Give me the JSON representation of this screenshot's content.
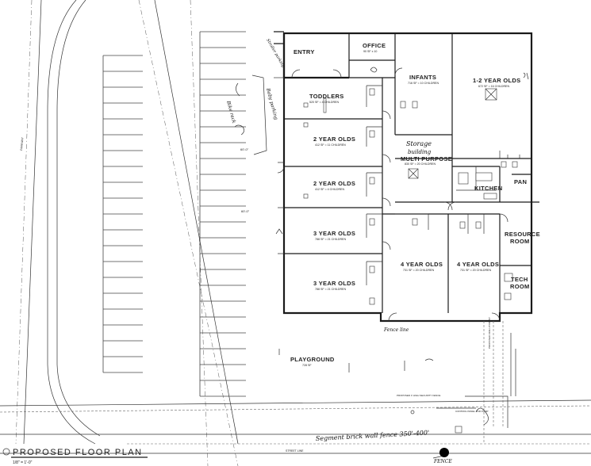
{
  "rooms": {
    "entry": "ENTRY",
    "office": "OFFICE",
    "office_sub": "90 SF x 10",
    "infants": "INFANTS",
    "infants_sub": "716 SF = 10 CHILDREN",
    "one_two": "1-2 YEAR OLDS",
    "one_two_sub": "672 SF = 16 CHILDREN",
    "toddlers": "TODDLERS",
    "toddlers_sub": "520 SF = 4 CHILDREN",
    "two_a": "2 YEAR OLDS",
    "two_a_sub": "412 SF = 11 CHILDREN",
    "two_b": "2 YEAR OLDS",
    "two_b_sub": "412 SF = 4 CHILDREN",
    "three_a": "3 YEAR OLDS",
    "three_a_sub": "788 SF = 21 CHILDREN",
    "three_b": "3 YEAR OLDS",
    "three_b_sub": "788 SF = 21 CHILDREN",
    "four_a": "4 YEAR OLDS",
    "four_a_sub": "731 SF = 20 CHILDREN",
    "four_b": "4 YEAR OLDS",
    "four_b_sub": "731 SF = 20 CHILDREN",
    "multi": "MULTI PURPOSE",
    "multi_sub": "830 SF = 20 CHILDREN",
    "kitchen": "KITCHEN",
    "pan": "PAN",
    "resource": "RESOURCE",
    "resource2": "ROOM",
    "tech": "TECH",
    "tech2": "ROOM",
    "playground": "PLAYGROUND",
    "playground_sub": "728 SF"
  },
  "notes": {
    "storage": "Storage",
    "building": "building",
    "fence": "Segment brick wall fence 350'-400'",
    "fence_tag": "FENCE",
    "fenceline": "Fence line",
    "bike_rack": "Bike rack",
    "baby_parking": "Baby parking",
    "stroller": "Stroller parking",
    "dim_1": "60'-0\"",
    "dim_2": "60'-0\"",
    "street": "STREET LINE",
    "parkway": "PARKWAY",
    "control": "CONTROL PANEL FOR PUMP",
    "backflow": "PROPOSED 4' HIGH SECURITY FENCE",
    "adjacent": "PROPOSED FIRE HYDRANT"
  },
  "title": {
    "main": "PROPOSED FLOOR PLAN",
    "scale": "1/8\" = 1'-0\""
  }
}
